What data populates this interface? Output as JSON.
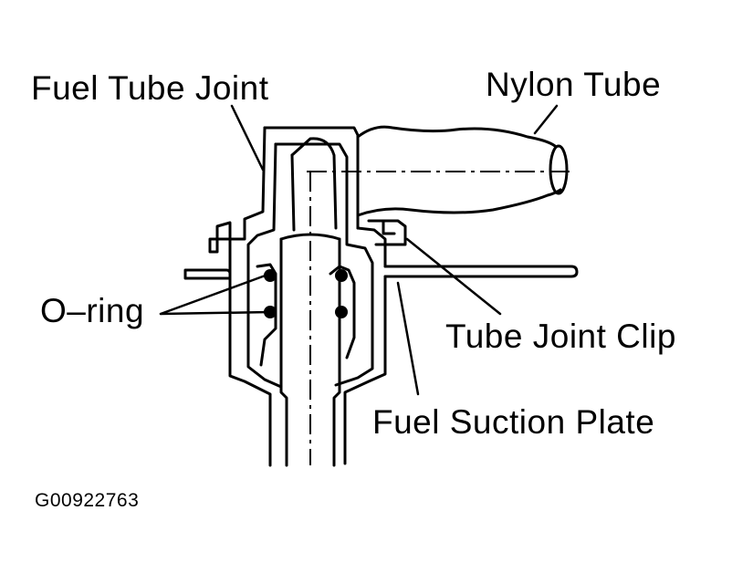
{
  "labels": {
    "fuel_tube_joint": "Fuel Tube Joint",
    "nylon_tube": "Nylon Tube",
    "o_ring": "O–ring",
    "tube_joint_clip": "Tube Joint Clip",
    "fuel_suction_plate": "Fuel Suction Plate"
  },
  "figure_id": "G00922763",
  "colors": {
    "ink": "#000000",
    "paper": "#ffffff"
  }
}
